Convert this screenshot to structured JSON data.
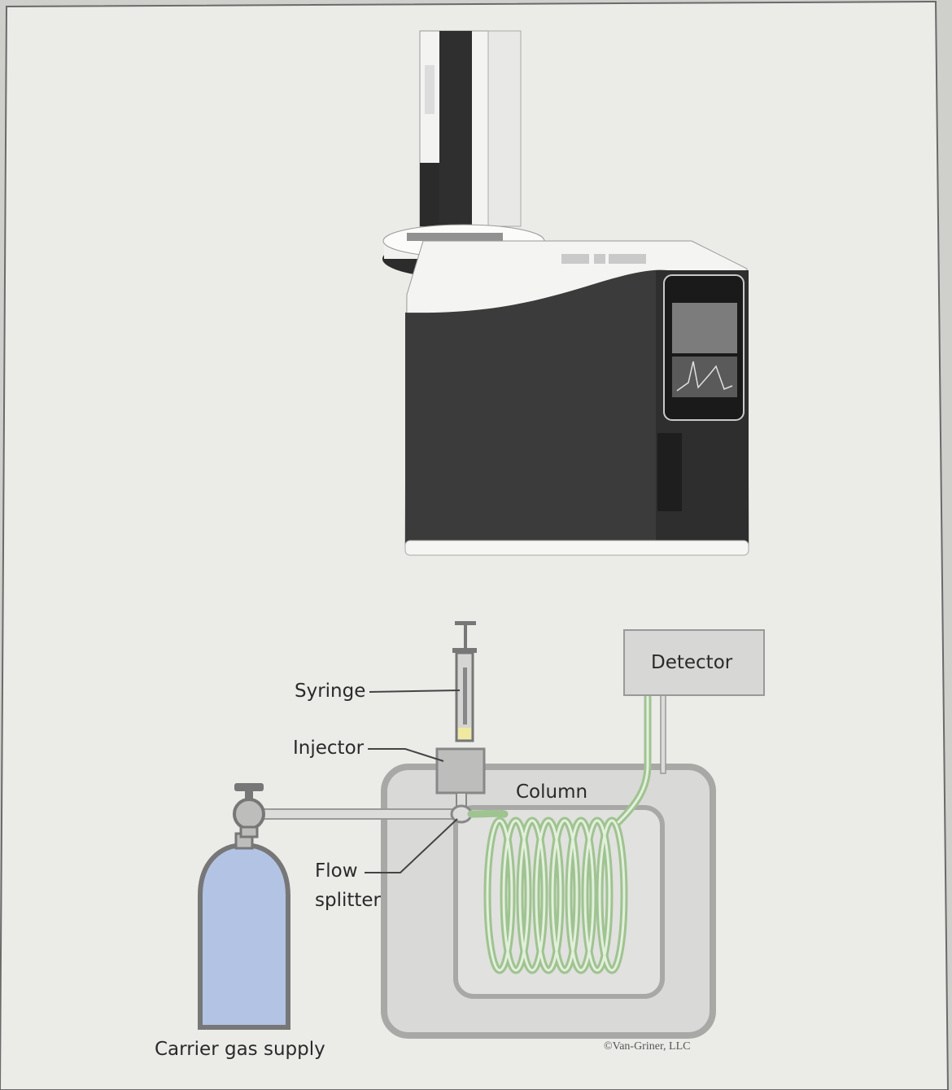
{
  "diagram": {
    "labels": {
      "syringe": "Syringe",
      "injector": "Injector",
      "flow_splitter_line1": "Flow",
      "flow_splitter_line2": "splitter",
      "column": "Column",
      "detector": "Detector",
      "carrier_gas_supply": "Carrier gas supply"
    },
    "copyright": "©Van-Griner, LLC"
  },
  "colors": {
    "page": "#e9e9e6",
    "instrument_body": "#3b3b3b",
    "column_coil": "#b7d9a6",
    "gas_cylinder": "#b3c3e4",
    "oven_fill": "#d9d9d7",
    "detector_fill": "#d7d7d5"
  },
  "icons": [
    "gas-chromatograph-photo",
    "syringe-icon",
    "gas-cylinder-icon",
    "valve-icon",
    "column-coil-icon"
  ]
}
